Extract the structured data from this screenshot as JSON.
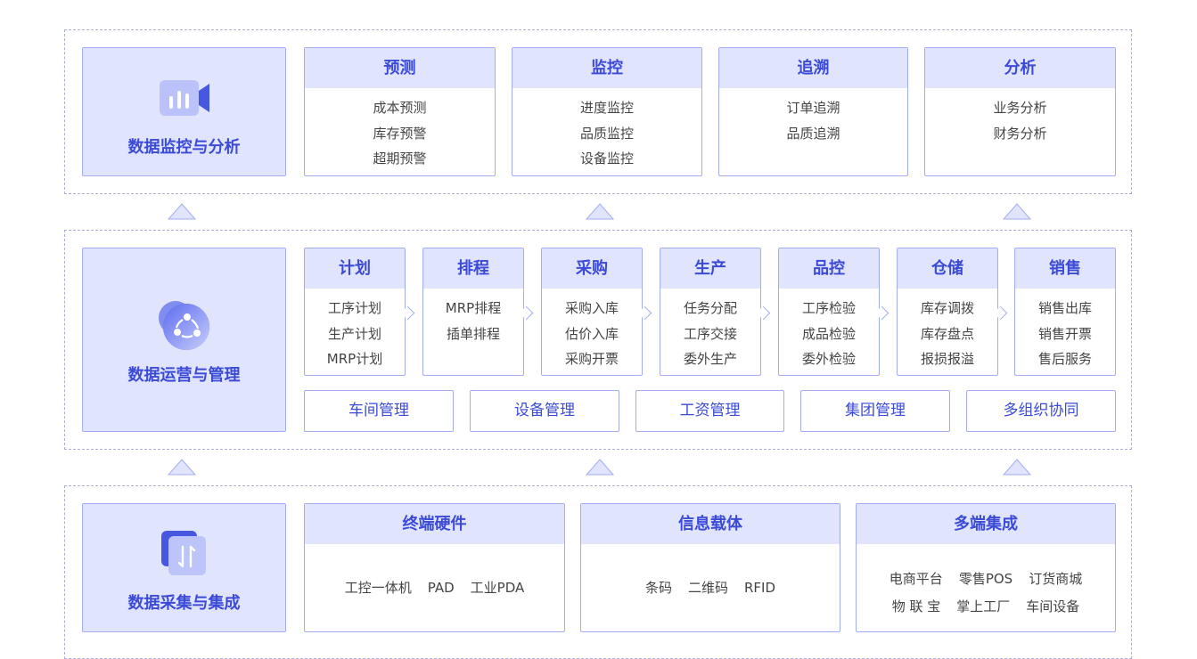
{
  "top": {
    "lead_title": "数据监控与分析",
    "cards": [
      {
        "title": "预测",
        "items": [
          "成本预测",
          "库存预警",
          "超期预警"
        ]
      },
      {
        "title": "监控",
        "items": [
          "进度监控",
          "品质监控",
          "设备监控"
        ]
      },
      {
        "title": "追溯",
        "items": [
          "订单追溯",
          "品质追溯"
        ]
      },
      {
        "title": "分析",
        "items": [
          "业务分析",
          "财务分析"
        ]
      }
    ]
  },
  "middle": {
    "lead_title": "数据运营与管理",
    "cards": [
      {
        "title": "计划",
        "items": [
          "工序计划",
          "生产计划",
          "MRP计划"
        ]
      },
      {
        "title": "排程",
        "items": [
          "MRP排程",
          "插单排程"
        ]
      },
      {
        "title": "采购",
        "items": [
          "采购入库",
          "估价入库",
          "采购开票"
        ]
      },
      {
        "title": "生产",
        "items": [
          "任务分配",
          "工序交接",
          "委外生产"
        ]
      },
      {
        "title": "品控",
        "items": [
          "工序检验",
          "成品检验",
          "委外检验"
        ]
      },
      {
        "title": "仓储",
        "items": [
          "库存调拨",
          "库存盘点",
          "报损报溢"
        ]
      },
      {
        "title": "销售",
        "items": [
          "销售出库",
          "销售开票",
          "售后服务"
        ]
      }
    ],
    "subs": [
      "车间管理",
      "设备管理",
      "工资管理",
      "集团管理",
      "多组织协同"
    ]
  },
  "bottom": {
    "lead_title": "数据采集与集成",
    "cards": [
      {
        "title": "终端硬件",
        "rows": [
          [
            "工控一体机",
            "PAD",
            "工业PDA"
          ]
        ]
      },
      {
        "title": "信息载体",
        "rows": [
          [
            "条码",
            "二维码",
            "RFID"
          ]
        ]
      },
      {
        "title": "多端集成",
        "rows": [
          [
            "电商平台",
            "零售POS",
            "订货商城"
          ],
          [
            "物 联 宝",
            "掌上工厂",
            "车间设备"
          ]
        ]
      }
    ]
  },
  "icons": {
    "top": "video-chart-icon",
    "middle": "share-network-icon",
    "bottom": "data-transfer-icon"
  },
  "colors": {
    "accent": "#3b4bd6",
    "header_bg": "#e0e4fd",
    "border": "#a4acf0",
    "dashed": "#a9aedd"
  }
}
